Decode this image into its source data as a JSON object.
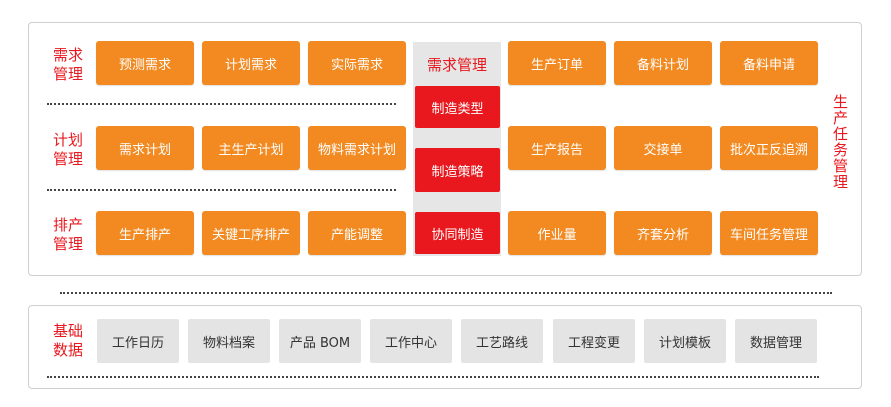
{
  "production": {
    "rows": [
      {
        "label": "需求管理",
        "left": [
          "预测需求",
          "计划需求",
          "实际需求"
        ],
        "right": [
          "生产订单",
          "备料计划",
          "备料申请"
        ]
      },
      {
        "label": "计划管理",
        "left": [
          "需求计划",
          "主生产计划",
          "物料需求计划"
        ],
        "right": [
          "生产报告",
          "交接单",
          "批次正反追溯"
        ]
      },
      {
        "label": "排产管理",
        "left": [
          "生产排产",
          "关键工序排产",
          "产能调整"
        ],
        "right": [
          "作业量",
          "齐套分析",
          "车间任务管理"
        ]
      }
    ],
    "center_column": {
      "title": "需求管理",
      "items": [
        "制造类型",
        "制造策略",
        "协同制造"
      ]
    },
    "side_title": "生产任务管理"
  },
  "base": {
    "label": "基础数据",
    "items": [
      "工作日历",
      "物料档案",
      "产品 BOM",
      "工作中心",
      "工艺路线",
      "工程变更",
      "计划模板",
      "数据管理"
    ]
  },
  "colors": {
    "accent_orange": "#f28a21",
    "accent_red": "#e8181e",
    "grey_tile": "#e4e4e4"
  }
}
